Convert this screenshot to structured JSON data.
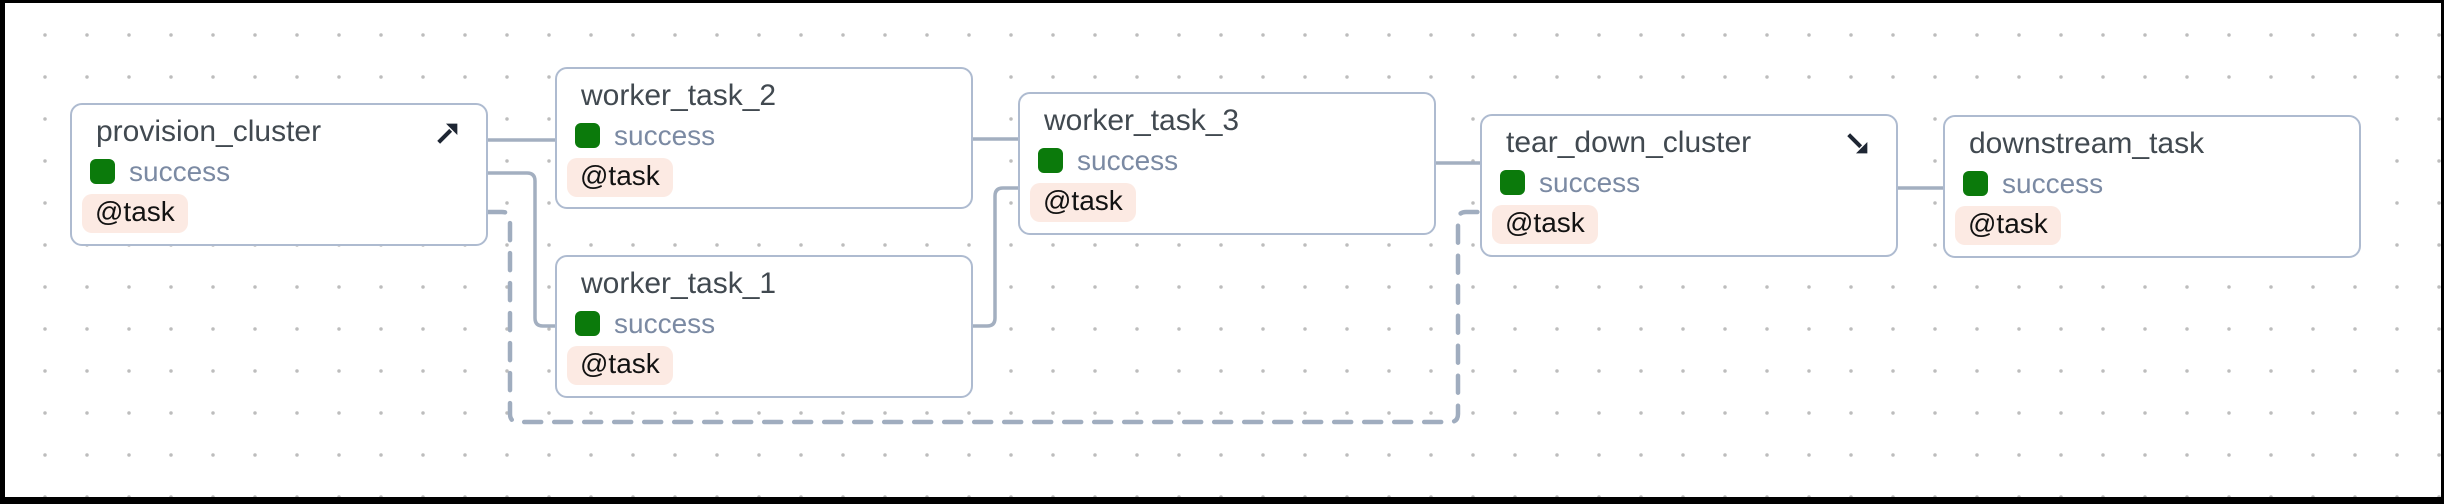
{
  "view": {
    "name": "dag-graph-view",
    "background_color": "#ffffff",
    "grid_dot_color": "#bdbdbd",
    "frame_color": "#000000"
  },
  "colors": {
    "node_border": "#aebbd0",
    "edge": "#a3afc0",
    "title_text": "#414950",
    "status_text": "#7b8aa3",
    "status_success_green": "#0b7a0b",
    "badge_background": "#fceae3",
    "badge_text": "#121212",
    "arrow_icon": "#1e2633"
  },
  "nodes": [
    {
      "label": "provision_cluster",
      "status": "success",
      "badge": "@task",
      "icon": "setup-arrow-north-east"
    },
    {
      "label": "worker_task_2",
      "status": "success",
      "badge": "@task",
      "icon": null
    },
    {
      "label": "worker_task_1",
      "status": "success",
      "badge": "@task",
      "icon": null
    },
    {
      "label": "worker_task_3",
      "status": "success",
      "badge": "@task",
      "icon": null
    },
    {
      "label": "tear_down_cluster",
      "status": "success",
      "badge": "@task",
      "icon": "teardown-arrow-south-east"
    },
    {
      "label": "downstream_task",
      "status": "success",
      "badge": "@task",
      "icon": null
    }
  ],
  "edges": [
    {
      "from": "provision_cluster",
      "to": "worker_task_2",
      "style": "solid"
    },
    {
      "from": "provision_cluster",
      "to": "worker_task_1",
      "style": "solid"
    },
    {
      "from": "provision_cluster",
      "to": "tear_down_cluster",
      "style": "dashed"
    },
    {
      "from": "worker_task_2",
      "to": "worker_task_3",
      "style": "solid"
    },
    {
      "from": "worker_task_1",
      "to": "worker_task_3",
      "style": "solid"
    },
    {
      "from": "worker_task_3",
      "to": "tear_down_cluster",
      "style": "solid"
    },
    {
      "from": "tear_down_cluster",
      "to": "downstream_task",
      "style": "solid"
    }
  ]
}
